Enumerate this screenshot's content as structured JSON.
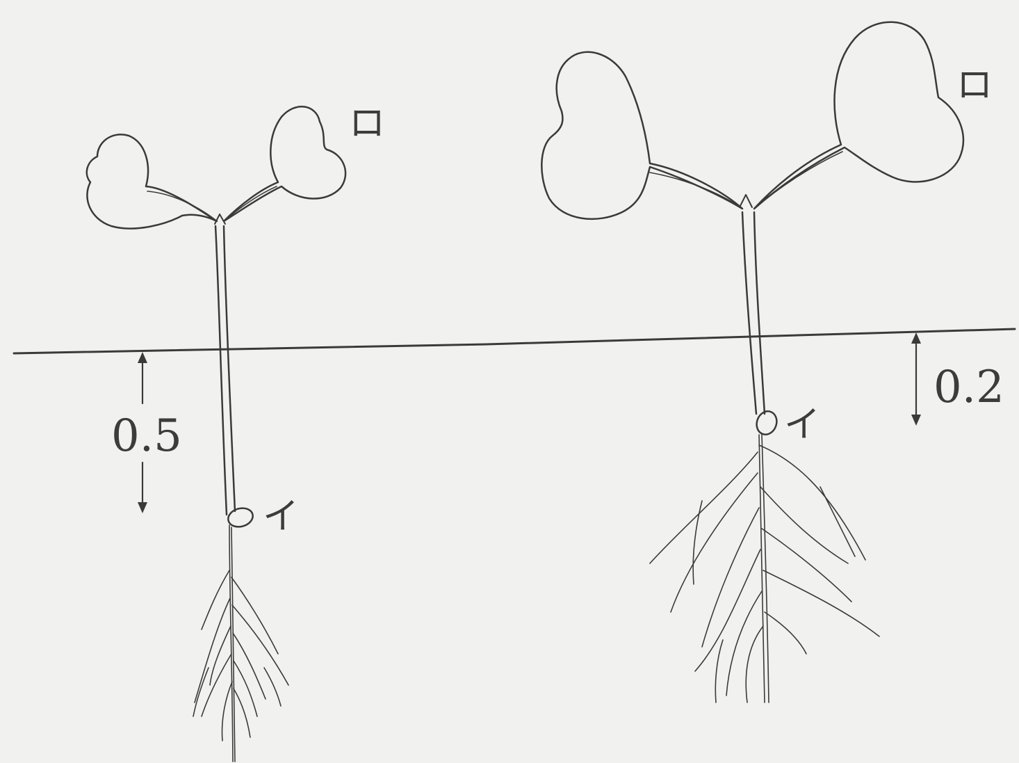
{
  "labels": {
    "depth_left": "0.5",
    "depth_right": "0.2",
    "node_left": "イ",
    "node_right": "イ",
    "cotyledon_left": "ロ",
    "cotyledon_right": "ロ"
  }
}
